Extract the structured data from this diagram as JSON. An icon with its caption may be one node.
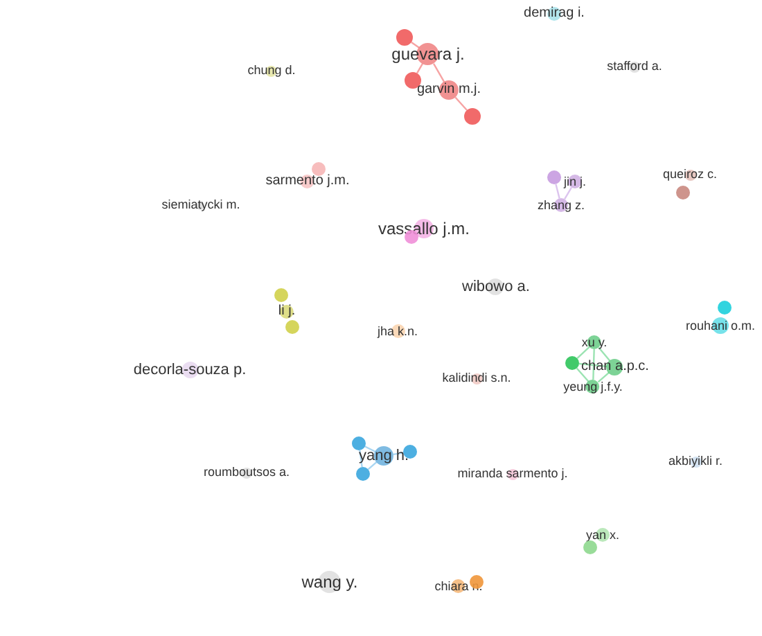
{
  "diagram": {
    "nodes": [
      {
        "text": [
          "demirag i."
        ]
      },
      {
        "text": [],
        "shape": "circle"
      },
      {
        "text": [
          "guevara j."
        ]
      },
      {
        "text": [
          "stafford a."
        ]
      },
      {
        "text": [
          "chung d."
        ]
      },
      {
        "text": [],
        "shape": "circle"
      },
      {
        "text": [
          "garvin m.j."
        ]
      },
      {
        "text": [],
        "shape": "circle"
      },
      {
        "text": [],
        "shape": "circle"
      },
      {
        "text": [],
        "shape": "circle"
      },
      {
        "text": [
          "jin j."
        ]
      },
      {
        "text": [
          "queiroz c."
        ]
      },
      {
        "text": [
          "sarmento j.m."
        ]
      },
      {
        "text": [],
        "shape": "circle"
      },
      {
        "text": [
          "siemiatycki m."
        ]
      },
      {
        "text": [
          "zhang z."
        ]
      },
      {
        "text": [
          "vassallo j.m."
        ]
      },
      {
        "text": [],
        "shape": "circle"
      },
      {
        "text": [
          "wibowo a."
        ]
      },
      {
        "text": [],
        "shape": "circle"
      },
      {
        "text": [],
        "shape": "circle"
      },
      {
        "text": [
          "li j."
        ]
      },
      {
        "text": [
          "rouhani o.m."
        ]
      },
      {
        "text": [],
        "shape": "circle"
      },
      {
        "text": [
          "jha k.n."
        ]
      },
      {
        "text": [
          "xu y."
        ]
      },
      {
        "text": [],
        "shape": "circle"
      },
      {
        "text": [
          "chan a.p.c."
        ]
      },
      {
        "text": [
          "decorla-souza p."
        ]
      },
      {
        "text": [
          "kalidindi s.n."
        ]
      },
      {
        "text": [
          "yeung j.f.y."
        ]
      },
      {
        "text": [],
        "shape": "circle"
      },
      {
        "text": [],
        "shape": "circle"
      },
      {
        "text": [
          "yang h."
        ]
      },
      {
        "text": [
          "akbiyikli r."
        ]
      },
      {
        "text": [
          "roumboutsos a."
        ]
      },
      {
        "text": [],
        "shape": "circle"
      },
      {
        "text": [
          "miranda sarmento j."
        ]
      },
      {
        "text": [
          "yan x."
        ]
      },
      {
        "text": [],
        "shape": "circle"
      },
      {
        "text": [
          "wang y."
        ]
      },
      {
        "text": [
          "chiara n."
        ]
      },
      {
        "text": [],
        "shape": "circle"
      }
    ],
    "edges": [
      {
        "from": 2,
        "to": 1,
        "arrow": "none",
        "color": "#f6a3a3"
      },
      {
        "from": 2,
        "to": 5,
        "arrow": "none",
        "color": "#f6a3a3"
      },
      {
        "from": 2,
        "to": 6,
        "arrow": "none",
        "color": "#f6a3a3"
      },
      {
        "from": 6,
        "to": 7,
        "arrow": "none",
        "color": "#f6a3a3"
      },
      {
        "from": 8,
        "to": 15,
        "arrow": "none",
        "color": "#dcc4ee"
      },
      {
        "from": 10,
        "to": 15,
        "arrow": "none",
        "color": "#dcc4ee"
      },
      {
        "from": 25,
        "to": 26,
        "arrow": "none"
      },
      {
        "from": 25,
        "to": 27,
        "arrow": "none"
      },
      {
        "from": 26,
        "to": 30,
        "arrow": "none"
      },
      {
        "from": 30,
        "to": 27,
        "arrow": "none"
      },
      {
        "from": 25,
        "to": 30,
        "arrow": "none"
      },
      {
        "from": 26,
        "to": 27,
        "arrow": "none"
      },
      {
        "from": 33,
        "to": 31,
        "arrow": "none",
        "color": "#a9d6f2"
      },
      {
        "from": 33,
        "to": 32,
        "arrow": "none",
        "color": "#a9d6f2"
      },
      {
        "from": 33,
        "to": 36,
        "arrow": "none",
        "color": "#a9d6f2"
      },
      {
        "from": 31,
        "to": 36,
        "arrow": "none",
        "color": "#a9d6f2"
      }
    ]
  }
}
